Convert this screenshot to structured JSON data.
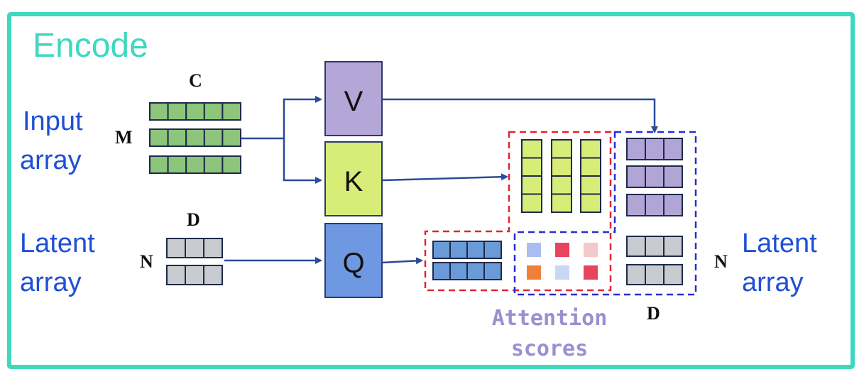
{
  "title": "Encode",
  "colors": {
    "frame": "#3fd8bf",
    "title": "#3fd8bf",
    "label_blue": "#1f4fd6",
    "arrow": "#2a4a9a",
    "input_cell": "#8dc57a",
    "latent_cell": "#c8cbcf",
    "v_box": "#b4a6d6",
    "k_box": "#d8ec78",
    "q_box": "#6f98e3",
    "q_row_cell": "#6a9bd8",
    "k_col_cell": "#d8ec78",
    "v_row_cell": "#b1a5d6",
    "red_dash": "#e6232f",
    "blue_dash": "#2a2ad6",
    "attention_text": "#9b8fd0",
    "score_colors": [
      "#a9bdf0",
      "#e8445e",
      "#f3c9c9",
      "#f08039",
      "#c9d7f2",
      "#e8445e"
    ]
  },
  "labels": {
    "input_array_line1": "Input",
    "input_array_line2": "array",
    "latent_left_line1": "Latent",
    "latent_left_line2": "array",
    "latent_right_line1": "Latent",
    "latent_right_line2": "array",
    "dim_C": "C",
    "dim_M": "M",
    "dim_D_top": "D",
    "dim_N_left": "N",
    "dim_N_right": "N",
    "dim_D_bottom": "D",
    "box_V": "V",
    "box_K": "K",
    "box_Q": "Q",
    "attention_line1": "Attention",
    "attention_line2": "scores"
  }
}
